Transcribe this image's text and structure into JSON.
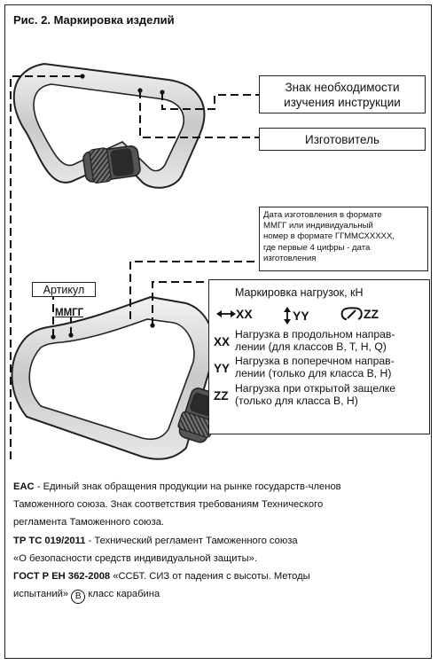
{
  "title": "Рис. 2. Маркировка изделий",
  "callouts": {
    "instruction": [
      "Знак необходимости",
      "изучения инструкции"
    ],
    "manufacturer": "Изготовитель",
    "date": [
      "Дата изготовления в формате",
      "ММГГ или индивидуальный",
      "номер в формате ГГММСХХХХХ,",
      "где первые 4 цифры - дата",
      "изготовления"
    ],
    "article": "Артикул",
    "mmgg": "ММГГ"
  },
  "loads": {
    "title": "Маркировка нагрузок, кН",
    "symbols": {
      "xx": "XX",
      "yy": "YY",
      "zz": "ZZ"
    },
    "rows": [
      {
        "code": "XX",
        "lines": [
          "Нагрузка в продольном направ-",
          "лении (для классов B, T, H, Q)"
        ]
      },
      {
        "code": "YY",
        "lines": [
          "Нагрузка в поперечном направ-",
          "лении (только для класса B, H)"
        ]
      },
      {
        "code": "ZZ",
        "lines": [
          "Нагрузка при открытой защелке",
          "(только для класса B, H)"
        ]
      }
    ]
  },
  "footer": {
    "eac_label": "EAC",
    "eac_text": " - Единый знак обращения продукции на рынке государств-членов",
    "eac_line2": "Таможенного союза. Знак соответствия требованиям Технического",
    "eac_line3": "регламента Таможенного союза.",
    "tr_label": "ТР ТС 019/2011",
    "tr_text": " - Технический регламент Таможенного союза",
    "tr_line2": "«О безопасности средств индивидуальной защиты».",
    "gost_label": "ГОСТ Р ЕН 362-2008",
    "gost_text": " «ССБТ. СИЗ от падения с высоты. Методы",
    "gost_line2_a": "испытаний»",
    "class_letter": "B",
    "gost_line2_b": " класс карабина"
  }
}
